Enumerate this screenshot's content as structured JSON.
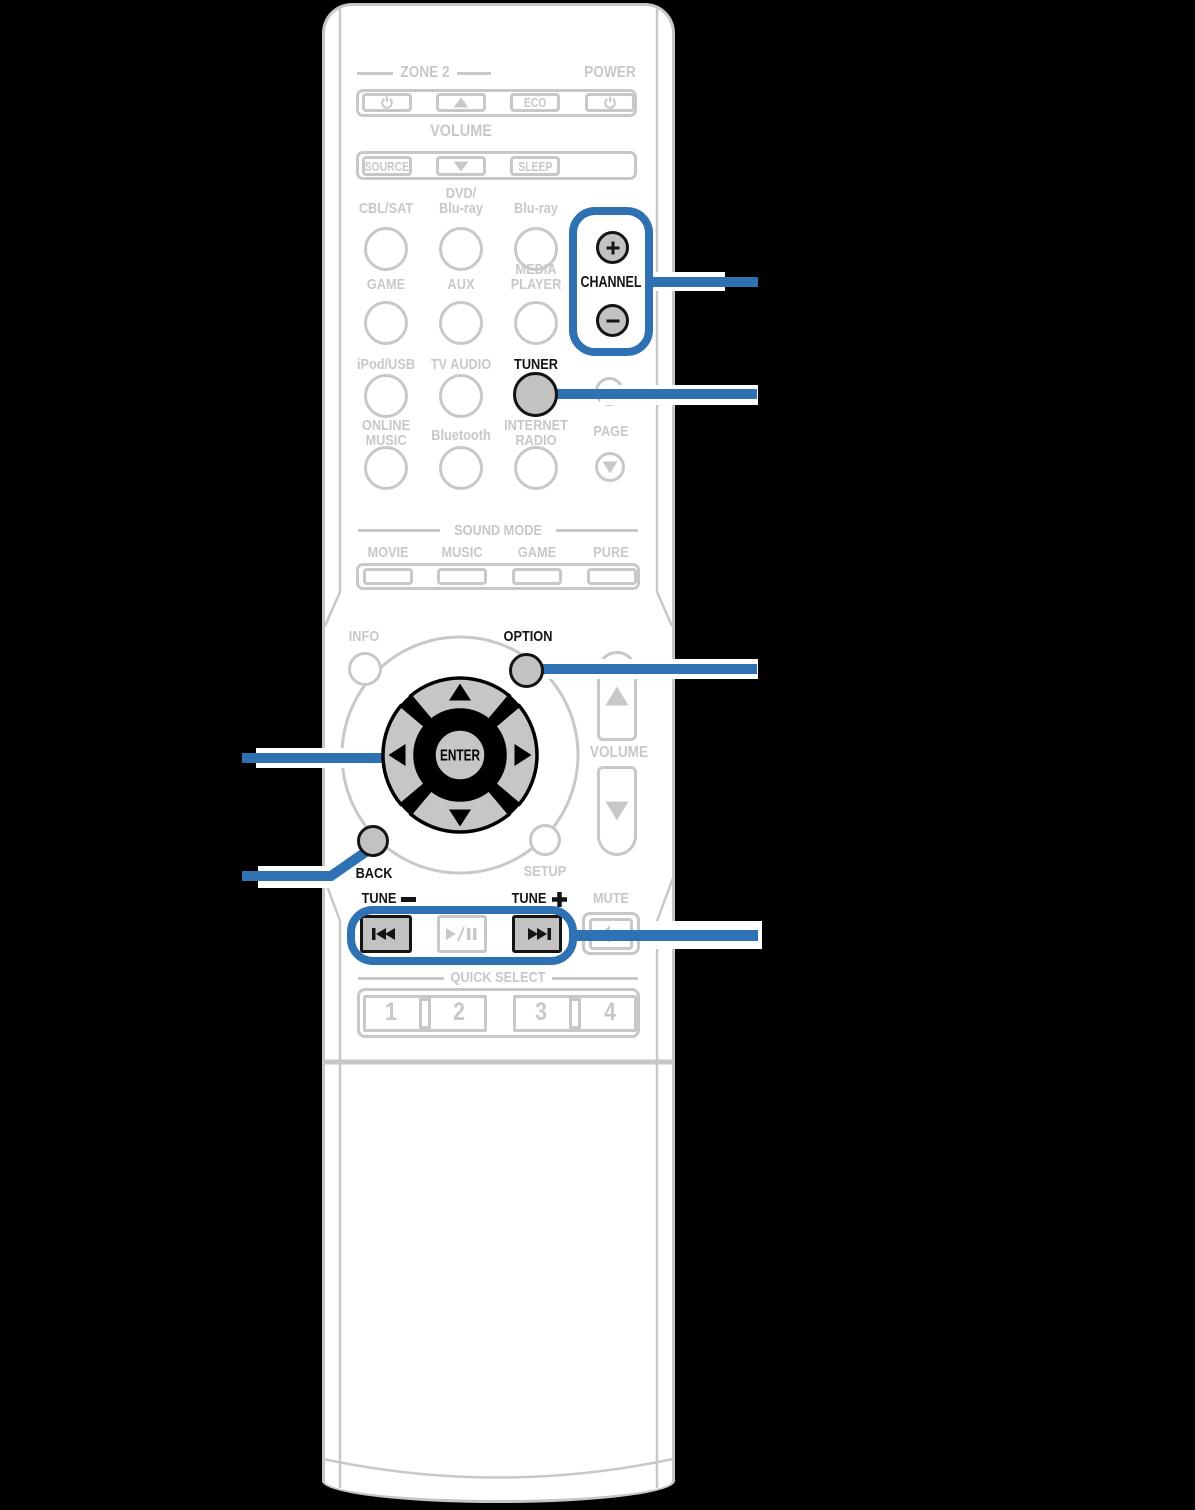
{
  "colors": {
    "background": "#000000",
    "body": "#ffffff",
    "line_gray": "#c8c8c8",
    "button_fill": "#c2c2c2",
    "accent_blue": "#2f72b4",
    "dark": "#141414"
  },
  "top": {
    "zone2": "ZONE 2",
    "power": "POWER",
    "volume": "VOLUME",
    "eco": "ECO",
    "source": "SOURCE",
    "sleep": "SLEEP"
  },
  "sources": {
    "cbl": "CBL/SAT",
    "dvd": [
      "DVD/",
      "Blu-ray"
    ],
    "bluray": "Blu-ray",
    "game": "GAME",
    "aux": "AUX",
    "media": [
      "MEDIA",
      "PLAYER"
    ],
    "ipod": "iPod/USB",
    "tv": "TV AUDIO",
    "tuner": "TUNER",
    "online": [
      "ONLINE",
      "MUSIC"
    ],
    "bt": "Bluetooth",
    "inet": [
      "INTERNET",
      "RADIO"
    ],
    "page": "PAGE"
  },
  "channel": {
    "label": "CHANNEL"
  },
  "sound": {
    "title": "SOUND MODE",
    "movie": "MOVIE",
    "music": "MUSIC",
    "game": "GAME",
    "pure": "PURE"
  },
  "cursor": {
    "info": "INFO",
    "option": "OPTION",
    "enter": "ENTER",
    "back": "BACK",
    "setup": "SETUP",
    "volume": "VOLUME"
  },
  "bottom": {
    "tune_minus": "TUNE",
    "tune_plus": "TUNE",
    "mute": "MUTE",
    "quick": "QUICK SELECT",
    "q": [
      "1",
      "2",
      "3",
      "4"
    ]
  }
}
